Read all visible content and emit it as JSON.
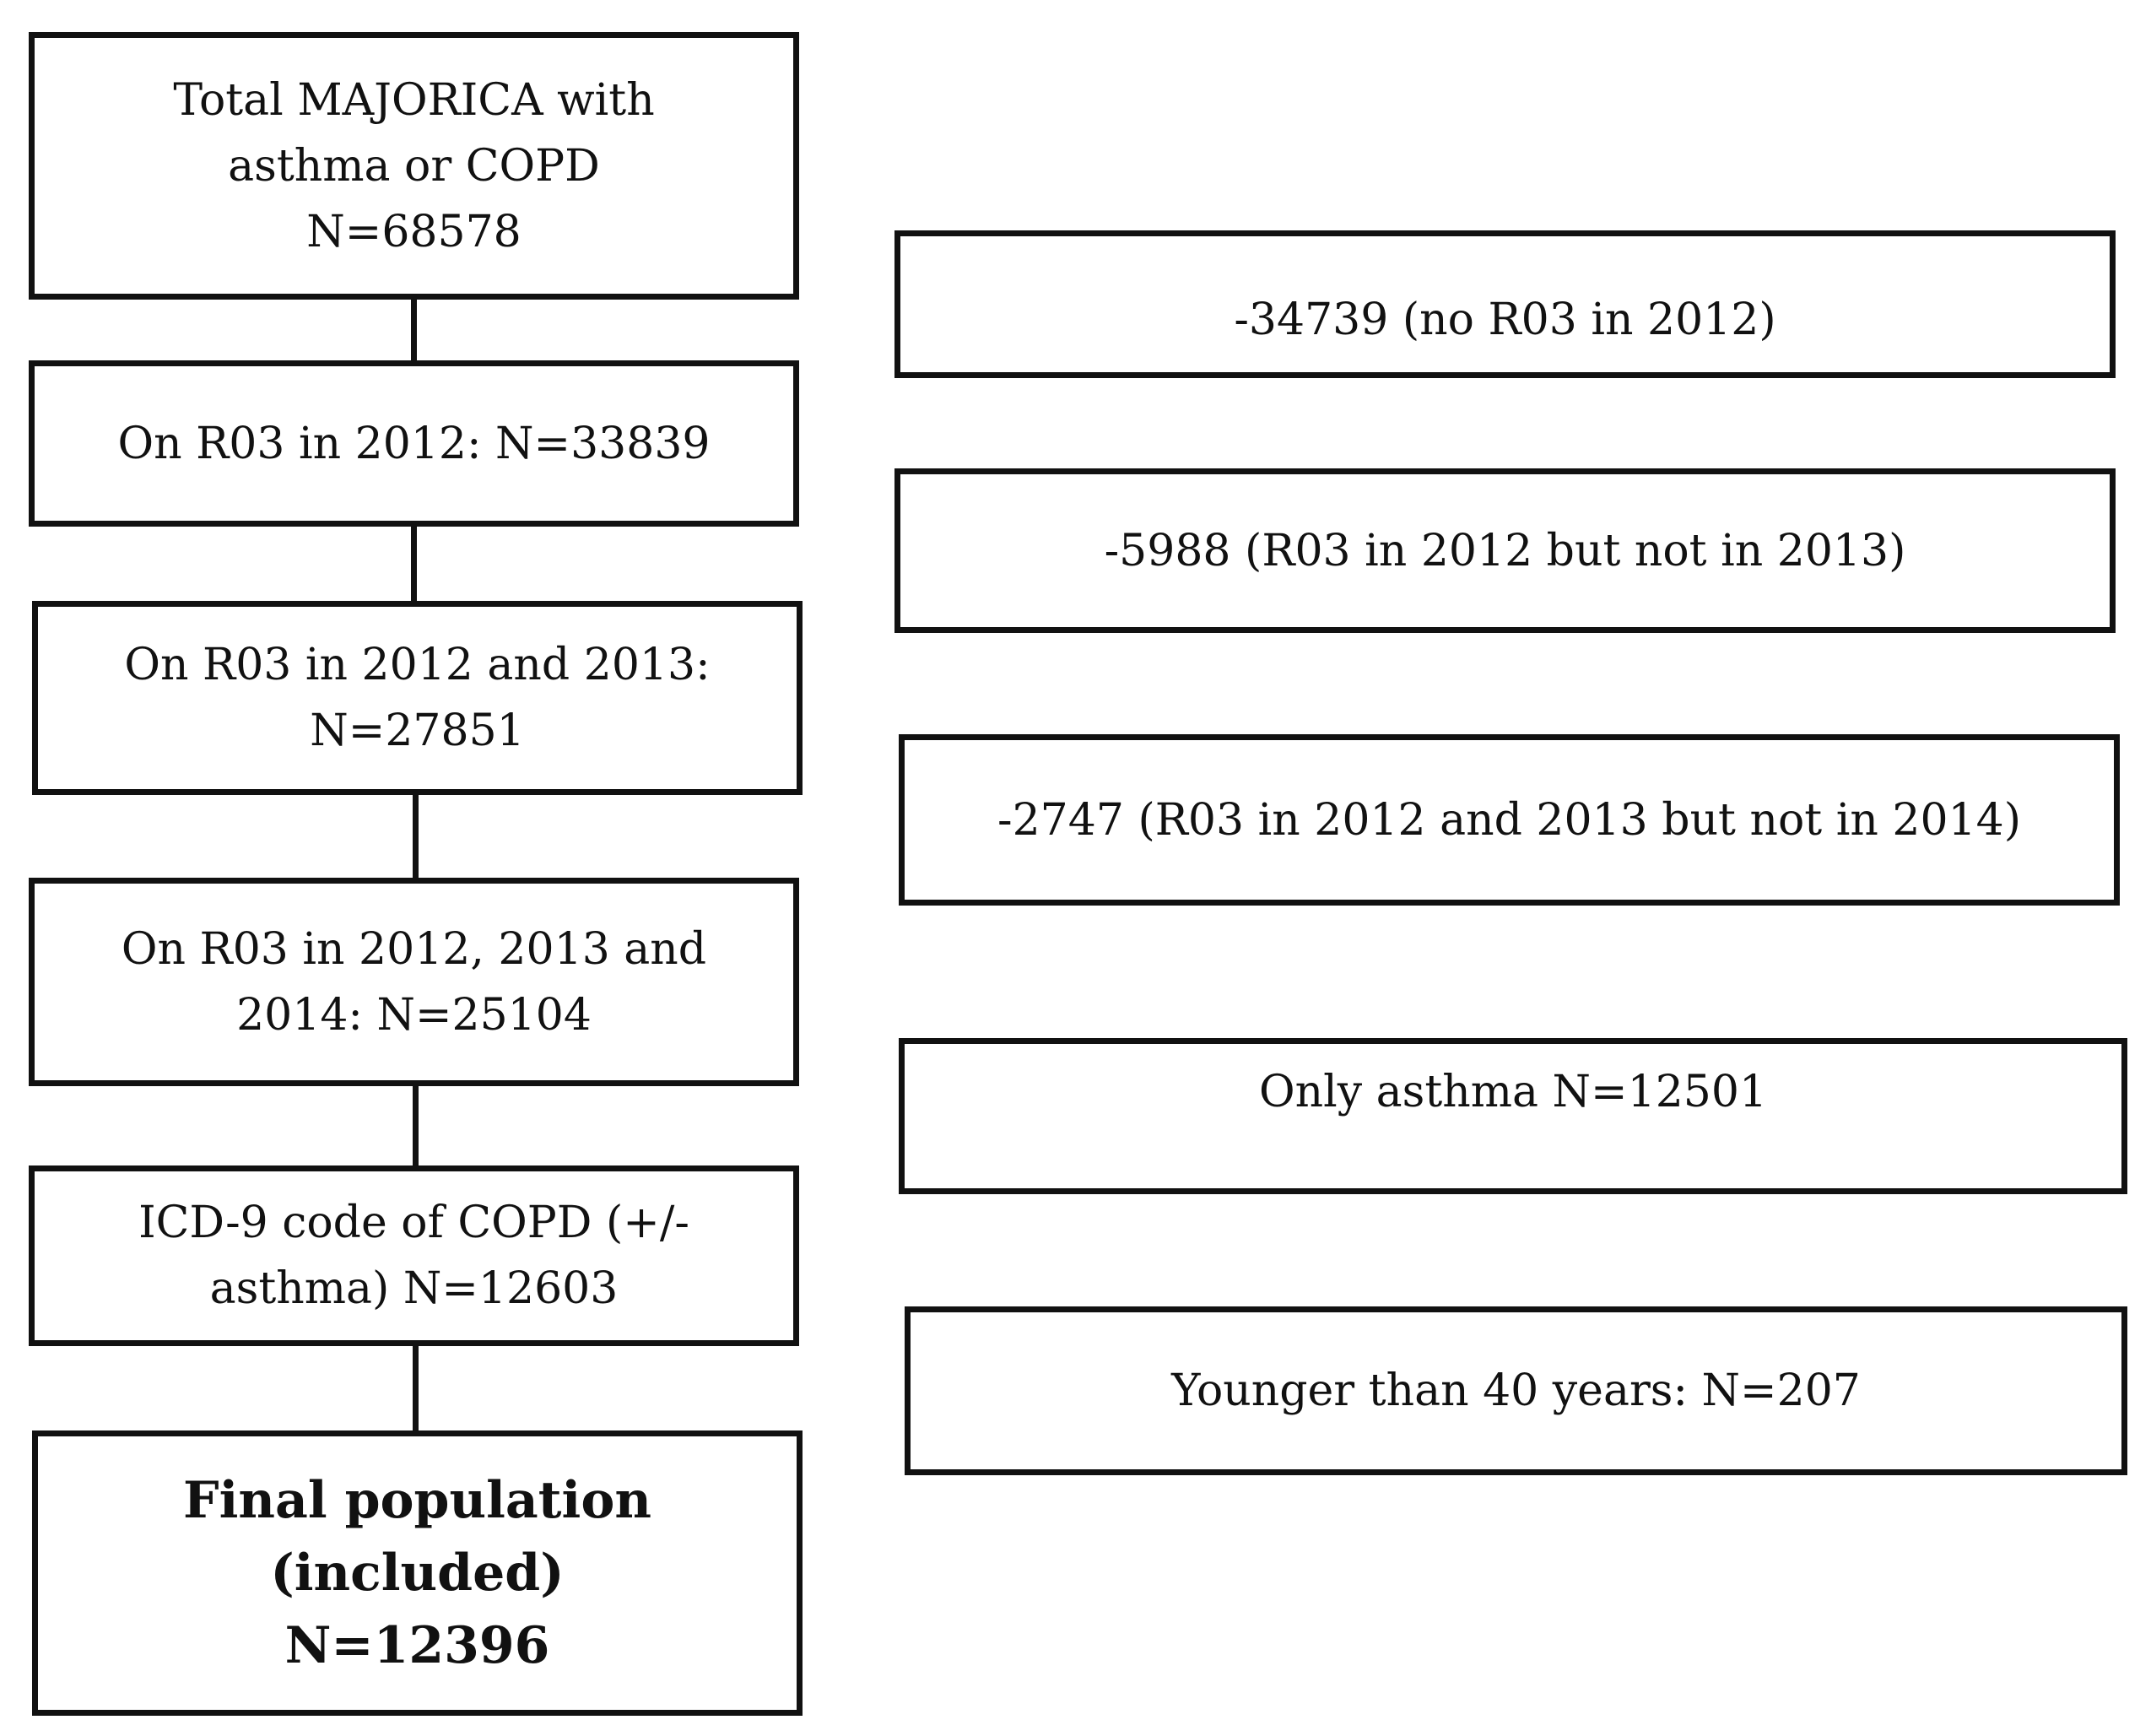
{
  "flow": {
    "main": [
      {
        "lines": [
          "Total MAJORICA with",
          "asthma or COPD",
          "N=68578"
        ]
      },
      {
        "lines": [
          "On R03 in 2012: N=33839"
        ]
      },
      {
        "lines": [
          "On R03 in 2012 and 2013:",
          "N=27851"
        ]
      },
      {
        "lines": [
          "On R03 in 2012, 2013 and",
          "2014: N=25104"
        ]
      },
      {
        "lines": [
          "ICD-9 code of COPD (+/-",
          "asthma) N=12603"
        ]
      },
      {
        "lines": [
          "Final population",
          "(included)",
          "N=12396"
        ]
      }
    ],
    "exclusions": [
      {
        "text": "-34739 (no R03 in 2012)"
      },
      {
        "text": "-5988 (R03 in 2012 but not in 2013)"
      },
      {
        "text": "-2747 (R03 in 2012 and 2013 but not in 2014)"
      },
      {
        "text": "Only asthma N=12501"
      },
      {
        "text": "Younger than 40 years: N=207"
      }
    ]
  }
}
